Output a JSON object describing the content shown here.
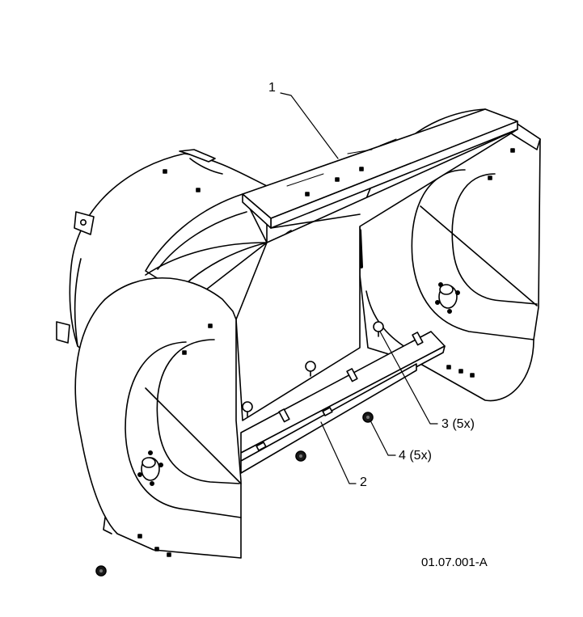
{
  "callouts": {
    "part_1": "1",
    "part_2": "2",
    "part_3": "3 (5x)",
    "part_4": "4 (5x)"
  },
  "figure_ref": "01.07.001-A",
  "colors": {
    "line": "#000000",
    "fill": "#ffffff",
    "hardware": "#1a1a1a"
  }
}
